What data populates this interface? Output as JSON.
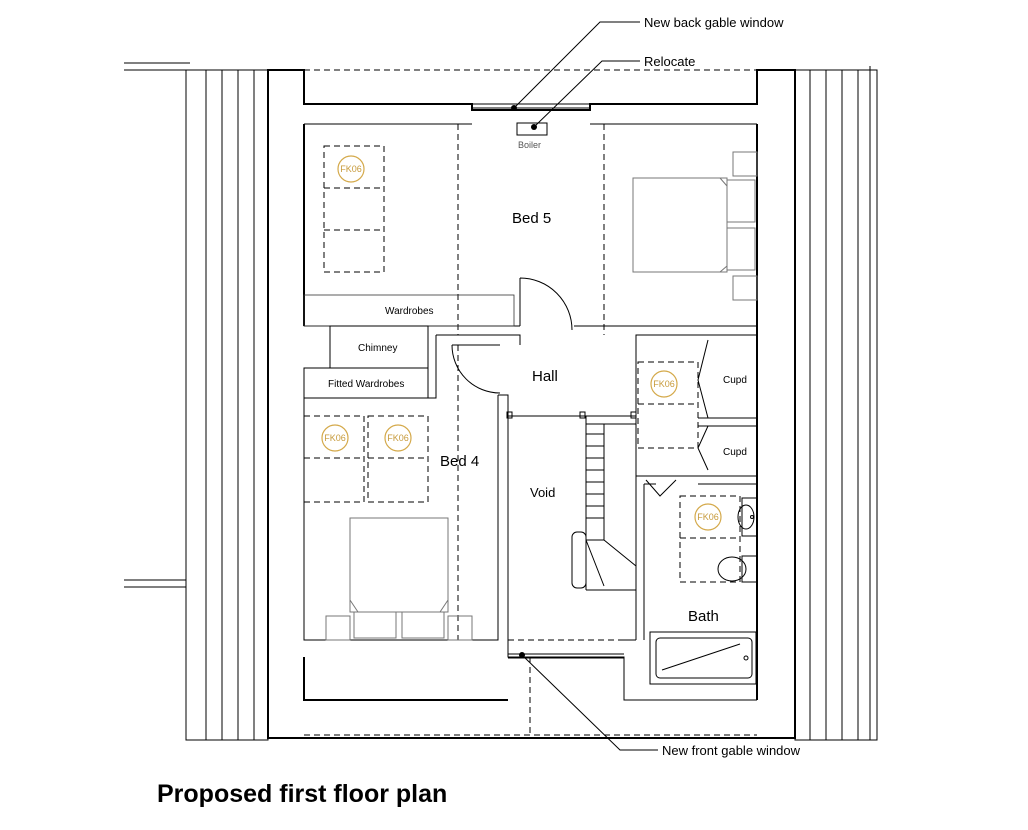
{
  "title": "Proposed first floor plan",
  "rooms": {
    "bed5": "Bed 5",
    "bed4": "Bed 4",
    "hall": "Hall",
    "void": "Void",
    "bath": "Bath",
    "cupd_upper": "Cupd",
    "cupd_lower": "Cupd",
    "wardrobes": "Wardrobes",
    "chimney": "Chimney",
    "fitted_wardrobes": "Fitted Wardrobes",
    "boiler": "Boiler"
  },
  "annotations": {
    "back_gable": "New back gable window",
    "relocate": "Relocate",
    "front_gable": "New front gable window"
  },
  "rooflights": {
    "label": "FK06"
  }
}
